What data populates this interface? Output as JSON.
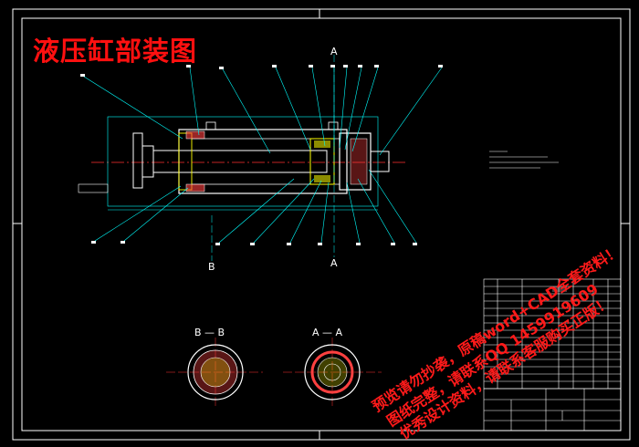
{
  "title": "液压缸部装图",
  "section_labels": {
    "a_top": "A",
    "a_bottom": "A",
    "b_bottom": "B",
    "bb_view": "B — B",
    "aa_view": "A — A"
  },
  "watermark": {
    "line1": "预览请勿抄袭，原稿word+CAD全套资料！",
    "line2": "图纸完整，请联系QQ 1459919609",
    "line3": "优秀设计资料，请联系客服购买正版！"
  },
  "colors": {
    "background": "#000000",
    "title": "#ff1010",
    "watermark": "#ff1a1a",
    "outline": "#ffffff",
    "leader": "#00ffff",
    "part": "#ffff00",
    "axis": "#ff3030",
    "hatch": "#ff4040"
  }
}
